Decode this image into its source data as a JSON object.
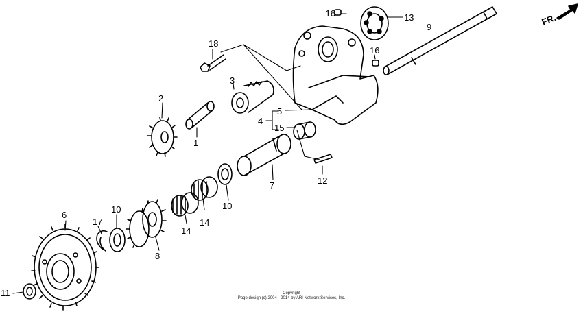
{
  "direction_label": "FR.",
  "callouts": {
    "p1": "1",
    "p2": "2",
    "p3": "3",
    "p4": "4",
    "p5": "5",
    "p6": "6",
    "p7": "7",
    "p8": "8",
    "p9": "9",
    "p10a": "10",
    "p10b": "10",
    "p11": "11",
    "p12": "12",
    "p13": "13",
    "p14a": "14",
    "p14b": "14",
    "p15": "15",
    "p16a": "16",
    "p16b": "16",
    "p17": "17",
    "p18": "18"
  },
  "footer": {
    "line1": "Copyright",
    "line2": "Page design (c) 2004 - 2014 by ARI Network Services, Inc."
  }
}
